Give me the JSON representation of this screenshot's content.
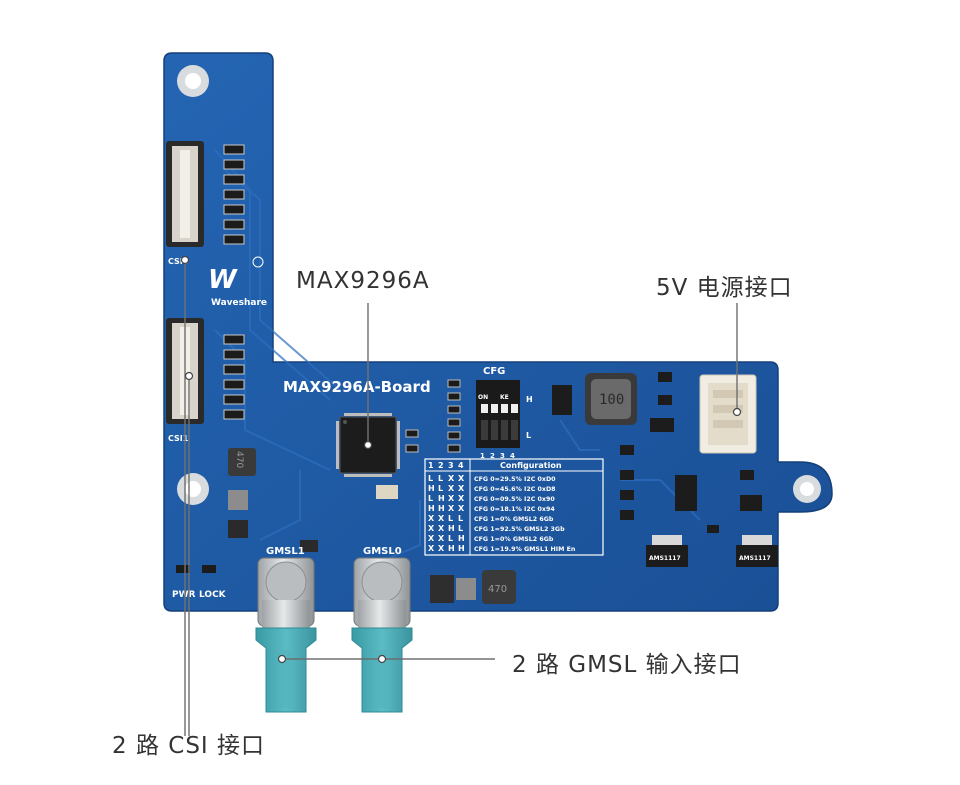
{
  "callouts": {
    "chip": "MAX9296A",
    "power": "5V 电源接口",
    "gmsl": "2 路 GMSL 输入接口",
    "csi": "2 路 CSI 接口"
  },
  "board": {
    "name": "MAX9296A-Board",
    "brand": "Waveshare",
    "logo_text": "W",
    "csi_port_labels": [
      "CSI0",
      "CSI1"
    ],
    "gmsl_port_labels": [
      "GMSL1",
      "GMSL0"
    ],
    "cfg_label": "CFG",
    "switch_on": "ON",
    "switch_ke": "KE",
    "switch_numbers": [
      "1",
      "2",
      "3",
      "4"
    ],
    "switch_levels": [
      "H",
      "L"
    ],
    "status_leds": [
      "PWR",
      "LOCK"
    ],
    "inductor_label": "100",
    "inductor_small": "470",
    "inductor_small2": "470",
    "regulators": [
      "AMS1117",
      "AMS1117"
    ]
  },
  "config_table": {
    "header": [
      "1",
      "2",
      "3",
      "4",
      "Configuration"
    ],
    "rows": [
      [
        "L",
        "L",
        "X",
        "X",
        "CFG 0=29.5% I2C 0xD0"
      ],
      [
        "H",
        "L",
        "X",
        "X",
        "CFG 0=45.6% I2C 0xD8"
      ],
      [
        "L",
        "H",
        "X",
        "X",
        "CFG 0=09.5% I2C 0x90"
      ],
      [
        "H",
        "H",
        "X",
        "X",
        "CFG 0=18.1% I2C 0x94"
      ],
      [
        "X",
        "X",
        "L",
        "L",
        "CFG 1=0%       GMSL2 6Gb"
      ],
      [
        "X",
        "X",
        "H",
        "L",
        "CFG 1=92.5% GMSL2 3Gb"
      ],
      [
        "X",
        "X",
        "L",
        "H",
        "CFG 1=0%       GMSL2 6Gb"
      ],
      [
        "X",
        "X",
        "H",
        "H",
        "CFG 1=19.9% GMSL1 HIM En"
      ]
    ]
  },
  "colors": {
    "pcb": "#1f5aa6",
    "pcb_dark": "#174a8c",
    "connector_teal": "#4aaab4",
    "text": "#333333"
  }
}
